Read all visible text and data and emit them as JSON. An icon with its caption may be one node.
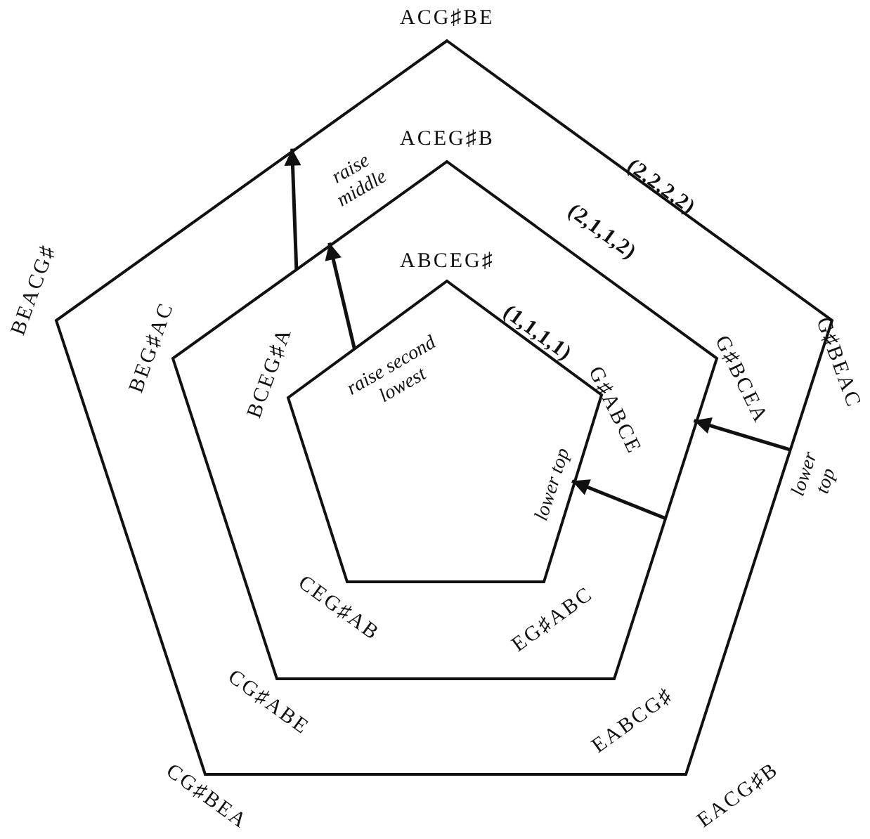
{
  "diagram": {
    "nodes": [
      {
        "text": [],
        "shape": "pentagon",
        "beside": [
          "ACG♯BE",
          "G♯BEAC",
          "EACG♯B",
          "CG♯BEA",
          "BEACG♯",
          "(2,2,2,2)"
        ]
      },
      {
        "text": [],
        "shape": "pentagon",
        "in": 0,
        "beside": [
          "ACEG♯B",
          "G♯BCEA",
          "EABCG♯",
          "CG♯ABE",
          "BEG♯AC",
          "(2,1,1,2)"
        ]
      },
      {
        "text": [],
        "shape": "pentagon",
        "in": 1,
        "beside": [
          "ABCEG♯",
          "G♯ABCE",
          "EG♯ABC",
          "CEG♯AB",
          "BCEG♯A",
          "(1,1,1,1)"
        ]
      }
    ],
    "edges": [
      {
        "from": 1,
        "to": 0,
        "arrow": "to",
        "label": "raise middle"
      },
      {
        "from": 2,
        "to": 1,
        "arrow": "to",
        "label": "raise second lowest"
      },
      {
        "from": 1,
        "to": 2,
        "arrow": "to",
        "label": "lower top"
      },
      {
        "from": 0,
        "to": 1,
        "arrow": "to",
        "label": "lower top"
      }
    ]
  }
}
